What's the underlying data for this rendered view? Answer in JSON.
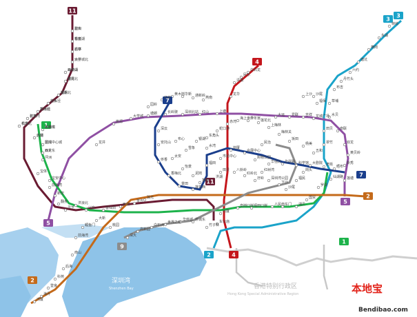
{
  "map": {
    "bay_name_cn": "深圳湾",
    "bay_name_en": "Shenzhen Bay",
    "hk_region_cn": "香港特别行政区",
    "hk_region_en": "Hong Kong Special Administrative Region"
  },
  "watermark": {
    "logo_text": "本地宝",
    "site": "Bendibao.com"
  },
  "line_badges": [
    {
      "num": "11",
      "color": "#6a1b32"
    },
    {
      "num": "4",
      "color": "#c4161c"
    },
    {
      "num": "7",
      "color": "#1a3e8c"
    },
    {
      "num": "3",
      "color": "#1aa3c9"
    },
    {
      "num": "1",
      "color": "#1db34b"
    },
    {
      "num": "5",
      "color": "#8f4fa3"
    },
    {
      "num": "2",
      "color": "#c46a1a"
    },
    {
      "num": "9",
      "color": "#8c8c8c"
    },
    {
      "num": "11",
      "color": "#6a1b32"
    },
    {
      "num": "2",
      "color": "#1aa3c9"
    },
    {
      "num": "4",
      "color": "#c4161c"
    },
    {
      "num": "7",
      "color": "#1a3e8c"
    },
    {
      "num": "5",
      "color": "#8f4fa3"
    },
    {
      "num": "1",
      "color": "#1db34b"
    },
    {
      "num": "2",
      "color": "#c46a1a"
    },
    {
      "num": "3",
      "color": "#1aa3c9"
    }
  ],
  "stations": [
    "碧头",
    "松岗",
    "后亭",
    "沙井",
    "马安山",
    "塘尾",
    "福永",
    "桥头",
    "机场北",
    "碧海湾",
    "机场",
    "机场东",
    "后瑞",
    "固戍",
    "西乡",
    "坪洲",
    "宝体",
    "宝安中心",
    "前海湾",
    "新安",
    "翻身",
    "灵芝",
    "洪浪北",
    "兴东",
    "留仙洞",
    "西丽",
    "茶光",
    "珠光",
    "龙井",
    "桃源",
    "大学城",
    "塘朗",
    "长岭陂",
    "深圳北站",
    "红山",
    "上塘",
    "龙华",
    "清湖",
    "民乐",
    "白石龙",
    "深云",
    "安托山",
    "侨香",
    "香梅北",
    "景田",
    "莲花西",
    "福田",
    "市民中心",
    "岗厦",
    "会展中心",
    "购物公园",
    "华强北",
    "华强路",
    "科学馆",
    "大剧院",
    "老街",
    "晒布",
    "翠竹",
    "田贝",
    "水贝",
    "草埔",
    "布吉",
    "丹竹头",
    "六约",
    "塘坑",
    "横岗",
    "永湖",
    "荷坳",
    "大运",
    "爱联",
    "吉祥",
    "龙城广场",
    "南联",
    "双龙",
    "黄贝岭",
    "新秀",
    "莲塘",
    "仙湖路",
    "罗湖",
    "国贸",
    "湖贝",
    "东门",
    "人民南",
    "福田口岸",
    "皇岗口岸",
    "石厦",
    "车公庙",
    "竹子林",
    "侨城东",
    "华侨城",
    "世界之窗",
    "白石洲",
    "高新园",
    "深大",
    "桃园",
    "大新",
    "鲤鱼门",
    "前海湾",
    "南山",
    "后海",
    "科苑",
    "登良",
    "海月",
    "湾厦",
    "东角头",
    "水湾",
    "蛇口港",
    "赤湾",
    "海上世界",
    "少年宫",
    "莲花北",
    "上梅林",
    "梅林关",
    "坂田",
    "杨美",
    "五和",
    "民治",
    "红树湾",
    "深圳湾公园",
    "下沙",
    "沙尾",
    "福民",
    "岗头",
    "雪象",
    "银湖",
    "布心",
    "太安",
    "怡景",
    "泥岗",
    "笋岗",
    "洪湖",
    "田贝",
    "八卦岭",
    "红岭北",
    "孖岭",
    "园岭",
    "红岭",
    "黄木岗",
    "华新",
    "通新岭",
    "燕南",
    "上沙",
    "沙尾",
    "福保",
    "益田",
    "香蜜湖",
    "农林",
    "大学城北",
    "西丽湖",
    "茶光北",
    "塘朗北",
    "上水径",
    "下水径",
    "长龙",
    "布吉北",
    "木棉湾",
    "大芬",
    "龙岗中心城",
    "双龙东"
  ]
}
